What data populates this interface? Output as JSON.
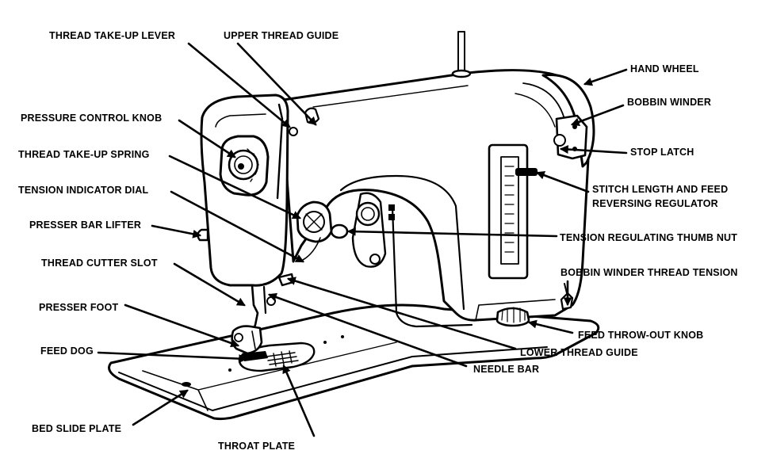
{
  "diagram": {
    "labels": {
      "thread_take_up_lever": "THREAD TAKE-UP LEVER",
      "upper_thread_guide": "UPPER THREAD GUIDE",
      "hand_wheel": "HAND WHEEL",
      "bobbin_winder": "BOBBIN WINDER",
      "pressure_control_knob": "PRESSURE CONTROL KNOB",
      "stop_latch": "STOP LATCH",
      "thread_take_up_spring": "THREAD TAKE-UP SPRING",
      "stitch_length_line1": "STITCH LENGTH AND FEED",
      "stitch_length_line2": "REVERSING REGULATOR",
      "tension_indicator_dial": "TENSION INDICATOR DIAL",
      "presser_bar_lifter": "PRESSER BAR LIFTER",
      "tension_regulating_thumb_nut": "TENSION REGULATING THUMB NUT",
      "thread_cutter_slot": "THREAD CUTTER SLOT",
      "bobbin_winder_thread_tension": "BOBBIN WINDER THREAD TENSION",
      "presser_foot": "PRESSER FOOT",
      "feed_throw_out_knob": "FEED THROW-OUT KNOB",
      "feed_dog": "FEED DOG",
      "lower_thread_guide": "LOWER THREAD GUIDE",
      "needle_bar": "NEEDLE BAR",
      "bed_slide_plate": "BED SLIDE PLATE",
      "throat_plate": "THROAT PLATE"
    }
  }
}
